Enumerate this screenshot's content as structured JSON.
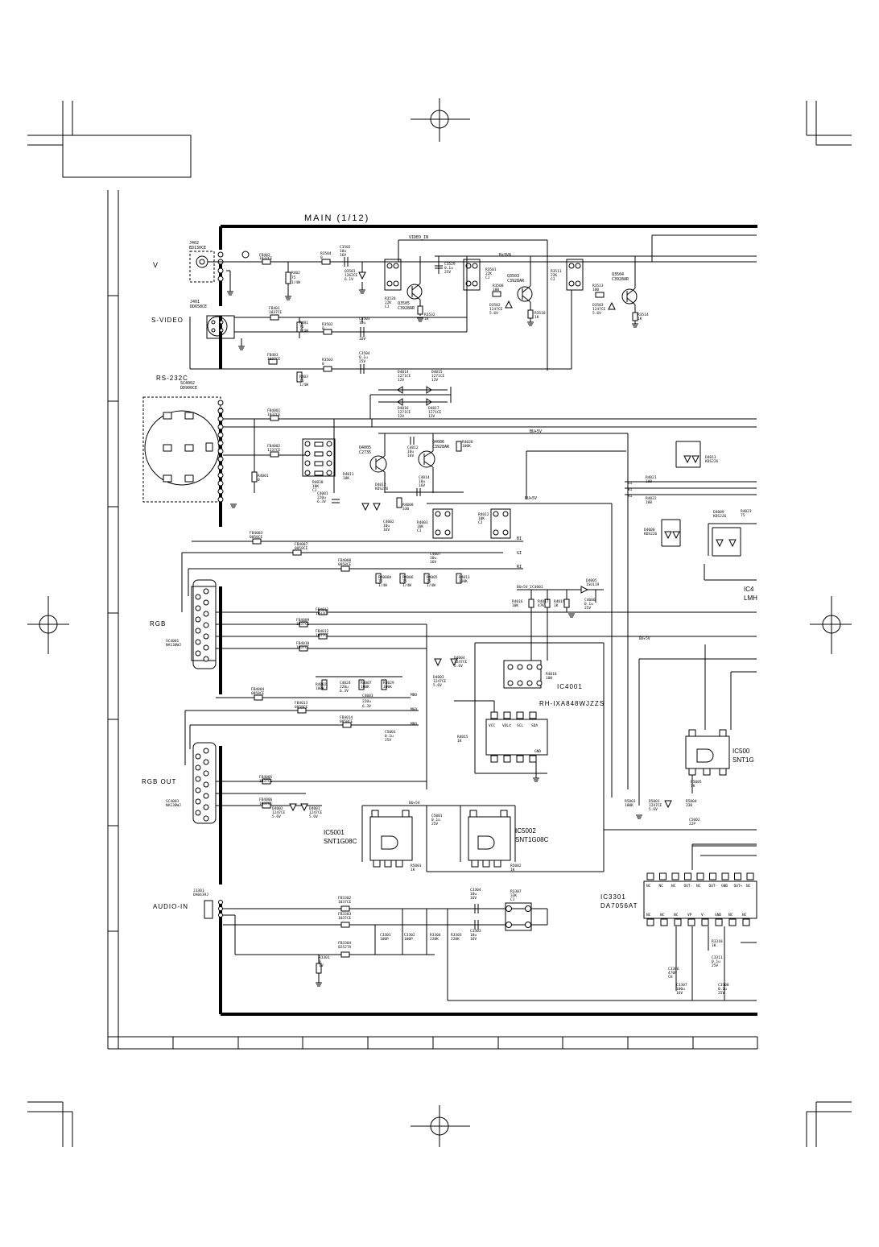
{
  "title": "MAIN (1/12)",
  "sections": {
    "v": "V",
    "svideo": "S-VIDEO",
    "rs232c": "RS-232C",
    "rgb": "RGB",
    "rgb_out": "RGB OUT",
    "audio_in": "AUDIO-IN"
  },
  "connectors": {
    "j402": [
      "J402",
      "ED130CE"
    ],
    "j401": [
      "J401",
      "DD658CE"
    ],
    "sc4002": [
      "SC4002",
      "DD900CE"
    ],
    "sc4001": [
      "SC4001",
      "NA130WJ"
    ],
    "sc4003": [
      "SC4003",
      "NA130WJ"
    ],
    "j3301": [
      "J3301",
      "DA0439J"
    ]
  },
  "ics": {
    "ic4001": [
      "IC4001",
      "RH-IXA848WJZZS"
    ],
    "ic5001": [
      "IC5001",
      "SNT1G08C"
    ],
    "ic5002": [
      "IC5002",
      "SNT1G08C"
    ],
    "ic3301": [
      "IC3301",
      "DA7056AT"
    ],
    "ic500x": [
      "IC500",
      "SNT1G"
    ],
    "ic4x": [
      "IC4",
      "LMH"
    ]
  },
  "ic4001_pins": [
    "VCC",
    "VOL4",
    "SCL",
    "SDA",
    "GND"
  ],
  "ic3301_top_pins": [
    "NC",
    "NC",
    "NC",
    "OUT-",
    "NC",
    "OUT-",
    "GND",
    "OUT+",
    "NC"
  ],
  "ic3301_bottom_pins": [
    "NC",
    "NC",
    "NC",
    "VP",
    "V-",
    "GND",
    "NC",
    "NC"
  ],
  "nets": {
    "video_in": "VIDEO_IN",
    "b_9va": "B+9VA",
    "bu_5v": "BU+5V",
    "bu_5v_ic": "BU+5V_IC4001",
    "ri": "RI",
    "gi": "GI",
    "bi": "BI",
    "mbo": "MBO",
    "mgo": "MGO",
    "mro": "MRO"
  },
  "transistors": [
    [
      "Q3505",
      "C3928AR"
    ],
    [
      "Q3503",
      "C3928AR"
    ],
    [
      "Q3504",
      "C3928AR"
    ],
    [
      "Q4005",
      "C2735"
    ],
    [
      "Q4006",
      "C3928AR"
    ]
  ],
  "diodes": [
    [
      "Q3501",
      "1262CE",
      "6.1V"
    ],
    [
      "D3502",
      "1247CE",
      "5.6V"
    ],
    [
      "D3503",
      "1247CE",
      "5.6V"
    ],
    [
      "D4014",
      "1271CE",
      "12V"
    ],
    [
      "D4015",
      "1271CE",
      "12V"
    ],
    [
      "D4016",
      "1271CE",
      "12V"
    ],
    [
      "D4017",
      "1271CE",
      "12V"
    ],
    [
      "D4012",
      "KDS226",
      ""
    ],
    [
      "D4013",
      "KDS226",
      ""
    ],
    [
      "D4008",
      "KDS226",
      ""
    ],
    [
      "D4009",
      "KDS226",
      ""
    ],
    [
      "D4005",
      "1SU119",
      ""
    ],
    [
      "D4004",
      "1247CE",
      "5.6V"
    ],
    [
      "D4003",
      "1247CE",
      "5.6V"
    ],
    [
      "D4001",
      "1247CE",
      "5.6V"
    ],
    [
      "D4002",
      "1247CE",
      "5.6V"
    ],
    [
      "D5001",
      "1247CE",
      "5.6V"
    ]
  ],
  "resistors": [
    [
      "R3504",
      "0"
    ],
    [
      "R402",
      "75",
      "1/4W"
    ],
    [
      "R401",
      "75",
      "1/4W"
    ],
    [
      "R3502",
      "0"
    ],
    [
      "R3503",
      "0"
    ],
    [
      "R403",
      "75",
      "1/4W"
    ],
    [
      "R3528",
      "22K",
      "CJ"
    ],
    [
      "R3532",
      "1K"
    ],
    [
      "R3501",
      "22K",
      "CJ"
    ],
    [
      "R3508",
      "100"
    ],
    [
      "R3510",
      "1K"
    ],
    [
      "R3511",
      "22K",
      "CJ"
    ],
    [
      "R3513",
      "100"
    ],
    [
      "R3514",
      "1K"
    ],
    [
      "R4038",
      "10K",
      "CJ"
    ],
    [
      "R4011",
      "10K"
    ],
    [
      "R4008",
      "330"
    ],
    [
      "R4003",
      "10K",
      "CJ"
    ],
    [
      "R4012",
      "10K",
      "CJ"
    ],
    [
      "R4028",
      "100K"
    ],
    [
      "R4001",
      "0"
    ],
    [
      "R4021",
      "100"
    ],
    [
      "R4022",
      "100"
    ],
    [
      "R4023",
      "75"
    ],
    [
      "R4000A",
      "75",
      "1/4W"
    ],
    [
      "R4006",
      "75",
      "1/4W"
    ],
    [
      "R4005",
      "75",
      "1/4W"
    ],
    [
      "R4013",
      "100K"
    ],
    [
      "R4016",
      "10K"
    ],
    [
      "R4017",
      "47K"
    ],
    [
      "R4019",
      "1K"
    ],
    [
      "R4018",
      "100"
    ],
    [
      "R4015",
      "1K"
    ],
    [
      "R4002",
      "100K"
    ],
    [
      "R4007",
      "100K"
    ],
    [
      "R4029",
      "100K"
    ],
    [
      "R5001",
      "1K"
    ],
    [
      "R5002",
      "1K"
    ],
    [
      "R5003",
      "100K"
    ],
    [
      "R5004",
      "330"
    ],
    [
      "R5005",
      "1K"
    ],
    [
      "R3307",
      "33K",
      "CJ"
    ],
    [
      "R3301",
      "0",
      "1W"
    ],
    [
      "R3304",
      "220K"
    ],
    [
      "R3303",
      "220K"
    ],
    [
      "R3310",
      "1K"
    ]
  ],
  "capacitors": [
    [
      "C3502",
      "10u",
      "16V"
    ],
    [
      "C3529",
      "0.1u",
      "25V"
    ],
    [
      "C3503",
      "10u",
      "16V"
    ],
    [
      "C3504",
      "0.1u",
      "25V"
    ],
    [
      "C4012",
      "10u",
      "16V"
    ],
    [
      "C4014",
      "10u",
      "16V"
    ],
    [
      "C4007",
      "10u",
      "16V"
    ],
    [
      "C4002",
      "10u",
      "16V"
    ],
    [
      "C4001",
      "220u",
      "6.3V"
    ],
    [
      "C4024",
      "220u",
      "6.3V"
    ],
    [
      "C4003",
      "220u",
      "6.3V"
    ],
    [
      "C4006",
      "0.1u",
      "25V"
    ],
    [
      "C5001",
      "0.1u",
      "25V"
    ],
    [
      "C5002",
      "22P"
    ],
    [
      "C3304",
      "10u",
      "16V"
    ],
    [
      "C3303",
      "10u",
      "16V"
    ],
    [
      "C3301",
      "100P"
    ],
    [
      "C3302",
      "100P"
    ],
    [
      "C3311",
      "0.1u",
      "25V"
    ],
    [
      "C3306",
      "470P",
      "CH"
    ],
    [
      "C3307",
      "100u",
      "16V"
    ],
    [
      "C3308",
      "0.1u",
      "25V"
    ]
  ],
  "ferrites": [
    [
      "FB402",
      "1037CE"
    ],
    [
      "FB401",
      "1037CE"
    ],
    [
      "FB403",
      "1037CE"
    ],
    [
      "FB4001",
      "1037CE"
    ],
    [
      "FB4002",
      "1237CE"
    ],
    [
      "FB4003",
      "0058CE"
    ],
    [
      "FB4007",
      "0058CE"
    ],
    [
      "FB4008",
      "0058CE"
    ],
    [
      "FB4011",
      "1037CE"
    ],
    [
      "FB4009",
      "1037CE"
    ],
    [
      "FB4012",
      "1037CE"
    ],
    [
      "FB4010",
      "1037CE"
    ],
    [
      "FB4004",
      "0058CE"
    ],
    [
      "FB4013",
      "0058CE"
    ],
    [
      "FB4014",
      "0058CE"
    ],
    [
      "FB4005",
      "1037CE"
    ],
    [
      "FB4006",
      "1037CE"
    ],
    [
      "FB3302",
      "1037CE"
    ],
    [
      "FB3303",
      "1037CE"
    ],
    [
      "FB3304",
      "0252TA"
    ]
  ]
}
